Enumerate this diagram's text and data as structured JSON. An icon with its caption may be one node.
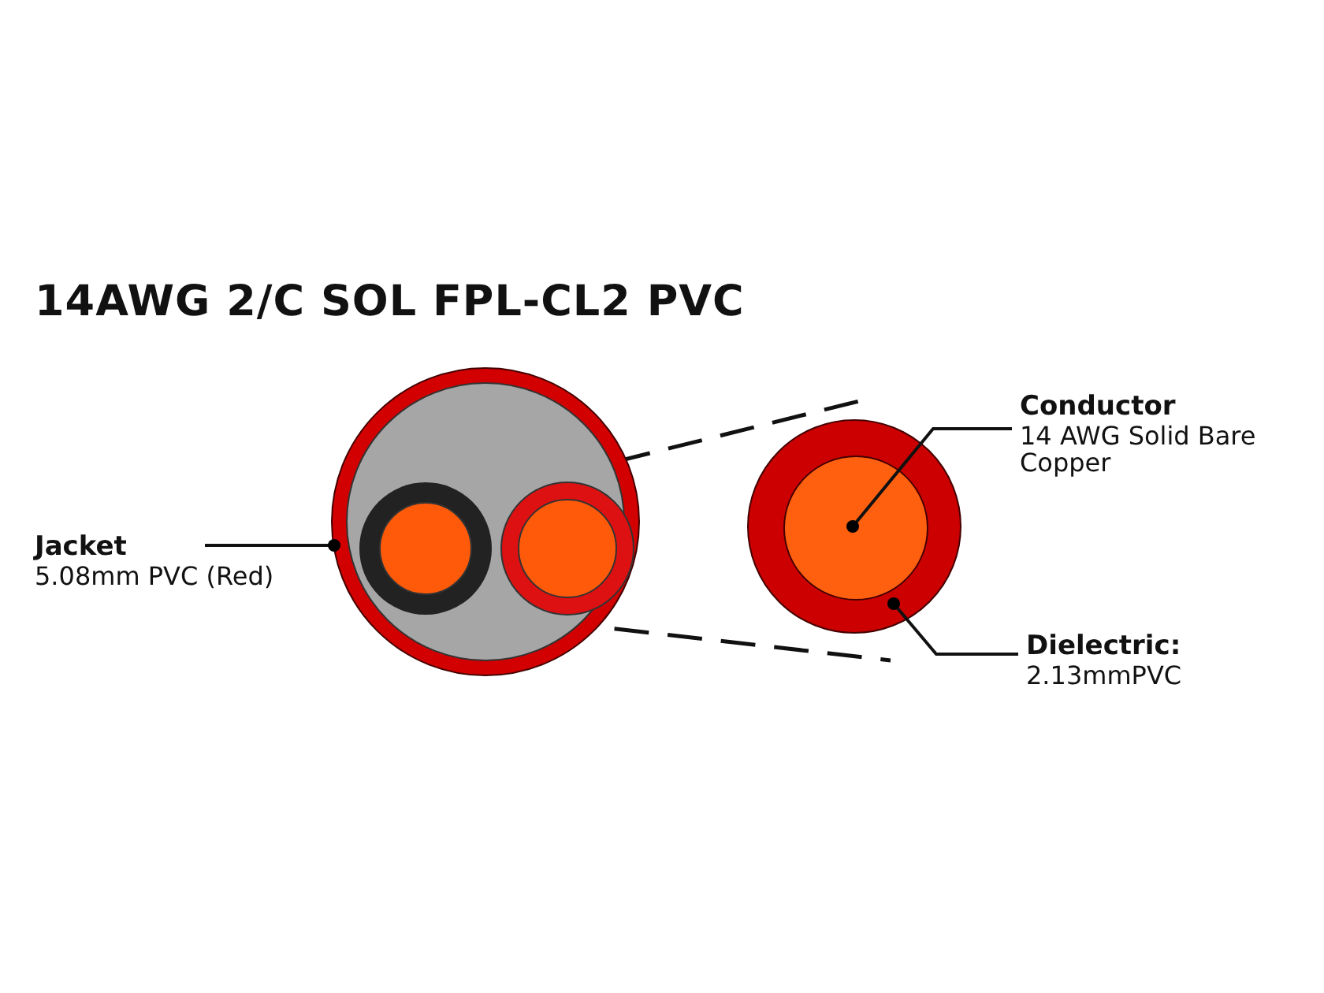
{
  "diagram": {
    "title": "14AWG 2/C SOL FPL-CL2 PVC",
    "nodes": [
      {
        "text": [
          "Jacket",
          "5.08mm PVC (Red)"
        ]
      },
      {
        "text": [],
        "shape": "circle"
      },
      {
        "text": [
          "Conductor",
          "14 AWG Solid Bare Copper"
        ]
      },
      {
        "text": [
          "Dielectric:",
          "2.13mmPVC"
        ]
      },
      {
        "text": [],
        "shape": "circle"
      },
      {
        "text": [],
        "shape": "circle",
        "in": 4
      }
    ],
    "edges": [
      {
        "from": 0,
        "to": 1,
        "arrow": "other"
      },
      {
        "from": 2,
        "to": 5,
        "arrow": "other"
      },
      {
        "from": 3,
        "to": 4,
        "arrow": "other"
      }
    ]
  }
}
